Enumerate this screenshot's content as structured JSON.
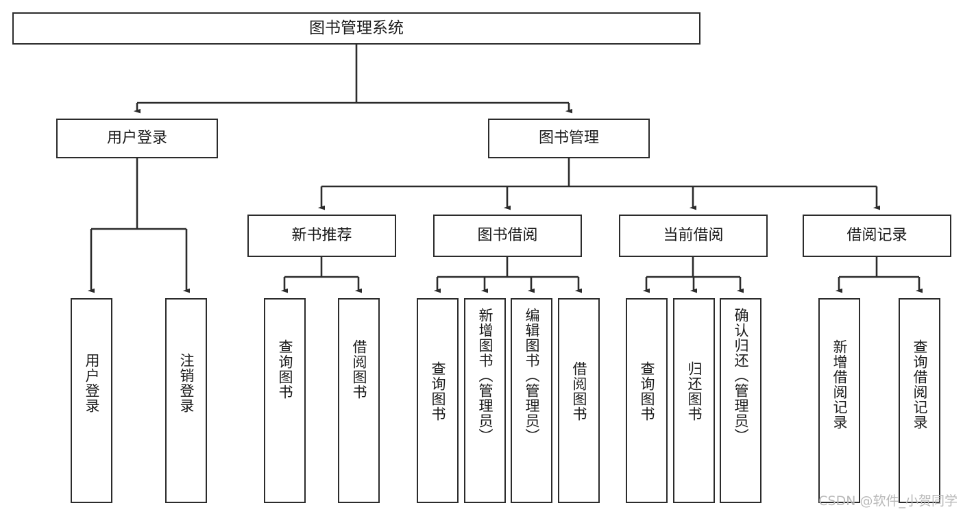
{
  "diagram": {
    "title": "图书管理系统",
    "type": "hierarchy-tree",
    "line_color": "#2b2b2b",
    "box_fill": "#ffffff",
    "text_color": "#1a1a1a"
  },
  "root": {
    "label": "图书管理系统"
  },
  "level2": [
    {
      "label": "用户登录"
    },
    {
      "label": "图书管理"
    }
  ],
  "level3": [
    {
      "label": "新书推荐"
    },
    {
      "label": "图书借阅"
    },
    {
      "label": "当前借阅"
    },
    {
      "label": "借阅记录"
    }
  ],
  "leaves": {
    "user_login": [
      {
        "label": "用户登录"
      },
      {
        "label": "注销登录"
      }
    ],
    "new_book_recommend": [
      {
        "label": "查询图书"
      },
      {
        "label": "借阅图书"
      }
    ],
    "book_borrow": [
      {
        "label": "查询图书"
      },
      {
        "label": "新增图书（管理员）"
      },
      {
        "label": "编辑图书（管理员）"
      },
      {
        "label": "借阅图书"
      }
    ],
    "current_borrow": [
      {
        "label": "查询图书"
      },
      {
        "label": "归还图书"
      },
      {
        "label": "确认归还（管理员）"
      }
    ],
    "borrow_record": [
      {
        "label": "新增借阅记录"
      },
      {
        "label": "查询借阅记录"
      }
    ]
  },
  "watermark": {
    "text": "CSDN @软件_小贺同学"
  }
}
